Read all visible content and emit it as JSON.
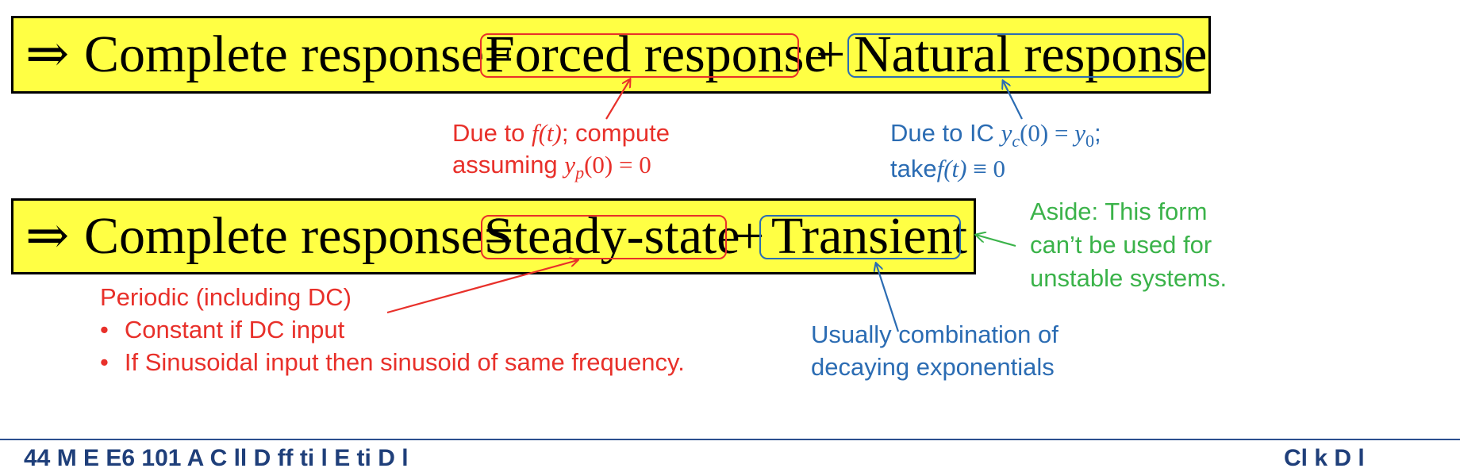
{
  "equation1": {
    "implies": "⇒",
    "lhs": "Complete response=",
    "term1": "Forced response",
    "plus": "+",
    "term2": "Natural response"
  },
  "equation2": {
    "implies": "⇒",
    "lhs": "Complete response=",
    "term1": "Steady-state",
    "plus": "+",
    "term2": "Transient"
  },
  "forced_note": {
    "line1_a": "Due to ",
    "line1_math": "f(t)",
    "line1_b": "; compute",
    "line2_a": "assuming ",
    "line2_math": "y",
    "line2_sub": "p",
    "line2_rest": "(0) = 0"
  },
  "natural_note": {
    "line1_a": "Due to IC ",
    "line1_math": "y",
    "line1_sub": "c",
    "line1_mid": "(0) = ",
    "line1_math2": "y",
    "line1_sub2": "0",
    "line1_end": ";",
    "line2_a": "take",
    "line2_math": "f(t)",
    "line2_rest": " ≡ 0"
  },
  "aside_note": {
    "line1": "Aside: This form",
    "line2": "can’t be used for",
    "line3": "unstable systems."
  },
  "steady_note": {
    "title": "Periodic (including DC)",
    "bullet": "•",
    "items": [
      "Constant if DC input",
      "If Sinusoidal input then sinusoid of same frequency."
    ]
  },
  "transient_note": {
    "line1": "Usually combination of",
    "line2": "decaying exponentials"
  },
  "footer": {
    "left": "44 M  E  E6 101  A  C  ll  D  ff  ti  l E  ti  D  l",
    "right": "Cl  k  D  l"
  },
  "colors": {
    "highlight": "#ffff44",
    "red": "#e8302a",
    "blue": "#2b6cb3",
    "green": "#3bb34a"
  }
}
